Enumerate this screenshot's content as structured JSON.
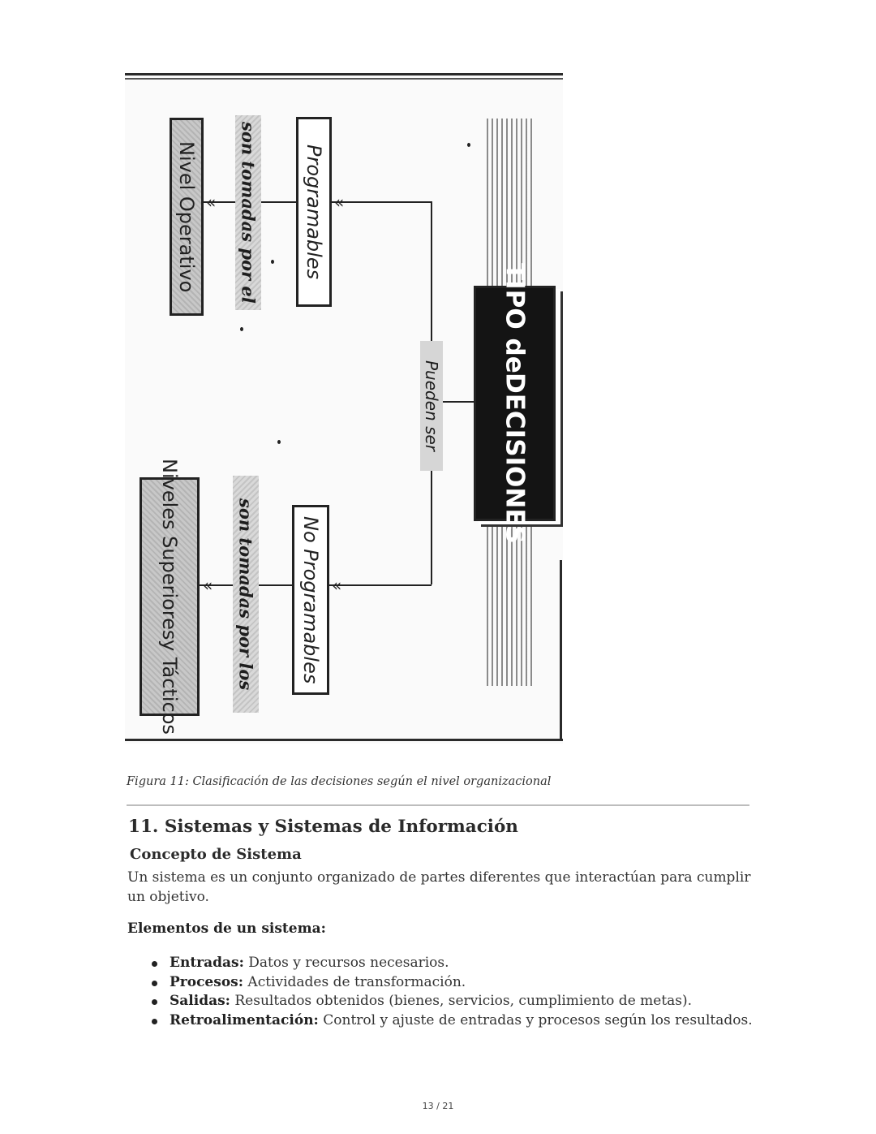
{
  "diagram": {
    "central": {
      "line1": "TIPO de",
      "line2": "DECISIONES"
    },
    "connector_label": "Pueden ser",
    "branch_programables": {
      "label": "Programables",
      "relation": "son tomadas por el",
      "target": "Nivel Operativo"
    },
    "branch_no_programables": {
      "label": "No Programables",
      "relation": "son tomadas por los",
      "target_line1": "Niveles Superiores",
      "target_line2": "y Tácticos"
    }
  },
  "caption": "Figura 11: Clasificación de las decisiones según el nivel organizacional",
  "section": {
    "title": "11. Sistemas y Sistemas de Información",
    "subtitle": "Concepto de Sistema",
    "paragraph": "Un sistema es un conjunto organizado de partes diferentes que interactúan para cumplir un objetivo.",
    "elements_heading": "Elementos de un sistema:",
    "elements": [
      {
        "term": "Entradas:",
        "desc": " Datos y recursos necesarios."
      },
      {
        "term": "Procesos:",
        "desc": " Actividades de transformación."
      },
      {
        "term": "Salidas:",
        "desc": " Resultados obtenidos (bienes, servicios, cumplimiento de metas)."
      },
      {
        "term": "Retroalimentación:",
        "desc": " Control y ajuste de entradas y procesos según los resultados."
      }
    ]
  },
  "page_number": "13 / 21"
}
